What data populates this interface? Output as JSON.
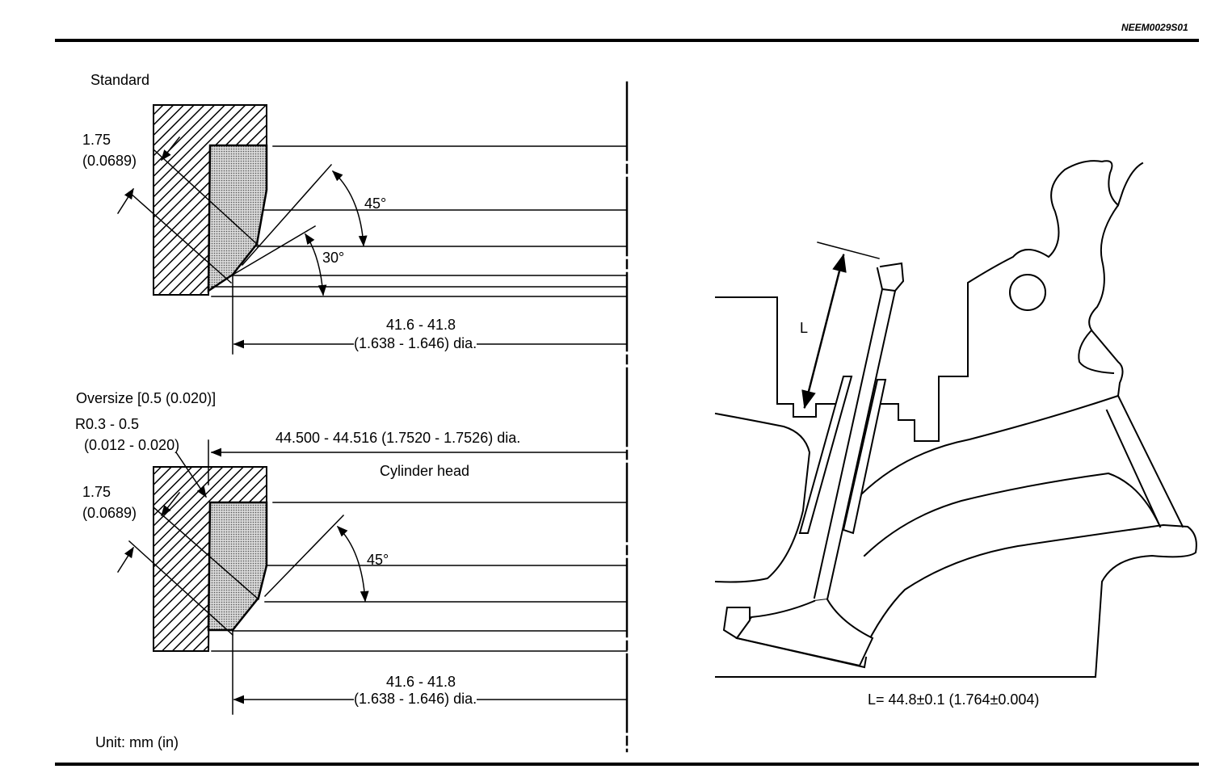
{
  "doc_code": "NEEM0029S01",
  "standard": {
    "title": "Standard",
    "width_val": "1.75",
    "width_in": "(0.0689)",
    "angle_top": "45°",
    "angle_bottom": "30°",
    "dia_mm": "41.6 - 41.8",
    "dia_in": "(1.638 - 1.646) dia."
  },
  "oversize": {
    "title": "Oversize [0.5 (0.020)]",
    "radius_val": "R0.3 - 0.5",
    "radius_in": "(0.012 - 0.020)",
    "width_val": "1.75",
    "width_in": "(0.0689)",
    "bore_dia": "44.500 - 44.516 (1.7520 - 1.7526) dia.",
    "head_label": "Cylinder head",
    "angle": "45°",
    "dia_mm": "41.6 - 41.8",
    "dia_in": "(1.638 - 1.646) dia."
  },
  "valve": {
    "length_symbol": "L",
    "length_spec": "L= 44.8±0.1 (1.764±0.004)"
  },
  "unit_note": "Unit: mm (in)",
  "colors": {
    "ink": "#000000",
    "paper": "#ffffff",
    "seat_fill": "#bdbdbd"
  }
}
